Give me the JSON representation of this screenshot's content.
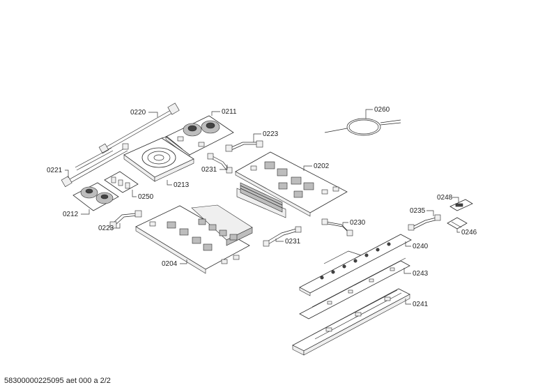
{
  "parts": [
    {
      "id": "p0220",
      "label": "0220"
    },
    {
      "id": "p0211",
      "label": "0211"
    },
    {
      "id": "p0223a",
      "label": "0223"
    },
    {
      "id": "p0260",
      "label": "0260"
    },
    {
      "id": "p0231a",
      "label": "0231"
    },
    {
      "id": "p0202",
      "label": "0202"
    },
    {
      "id": "p0221",
      "label": "0221"
    },
    {
      "id": "p0213",
      "label": "0213"
    },
    {
      "id": "p0250",
      "label": "0250"
    },
    {
      "id": "p0248",
      "label": "0248"
    },
    {
      "id": "p0212",
      "label": "0212"
    },
    {
      "id": "p0235",
      "label": "0235"
    },
    {
      "id": "p0230",
      "label": "0230"
    },
    {
      "id": "p0246",
      "label": "0246"
    },
    {
      "id": "p0223b",
      "label": "0223"
    },
    {
      "id": "p0231b",
      "label": "0231"
    },
    {
      "id": "p0240",
      "label": "0240"
    },
    {
      "id": "p0204",
      "label": "0204"
    },
    {
      "id": "p0243",
      "label": "0243"
    },
    {
      "id": "p0241",
      "label": "0241"
    }
  ],
  "footer": {
    "text": "58300000225095 aet 000 a 2/2"
  }
}
